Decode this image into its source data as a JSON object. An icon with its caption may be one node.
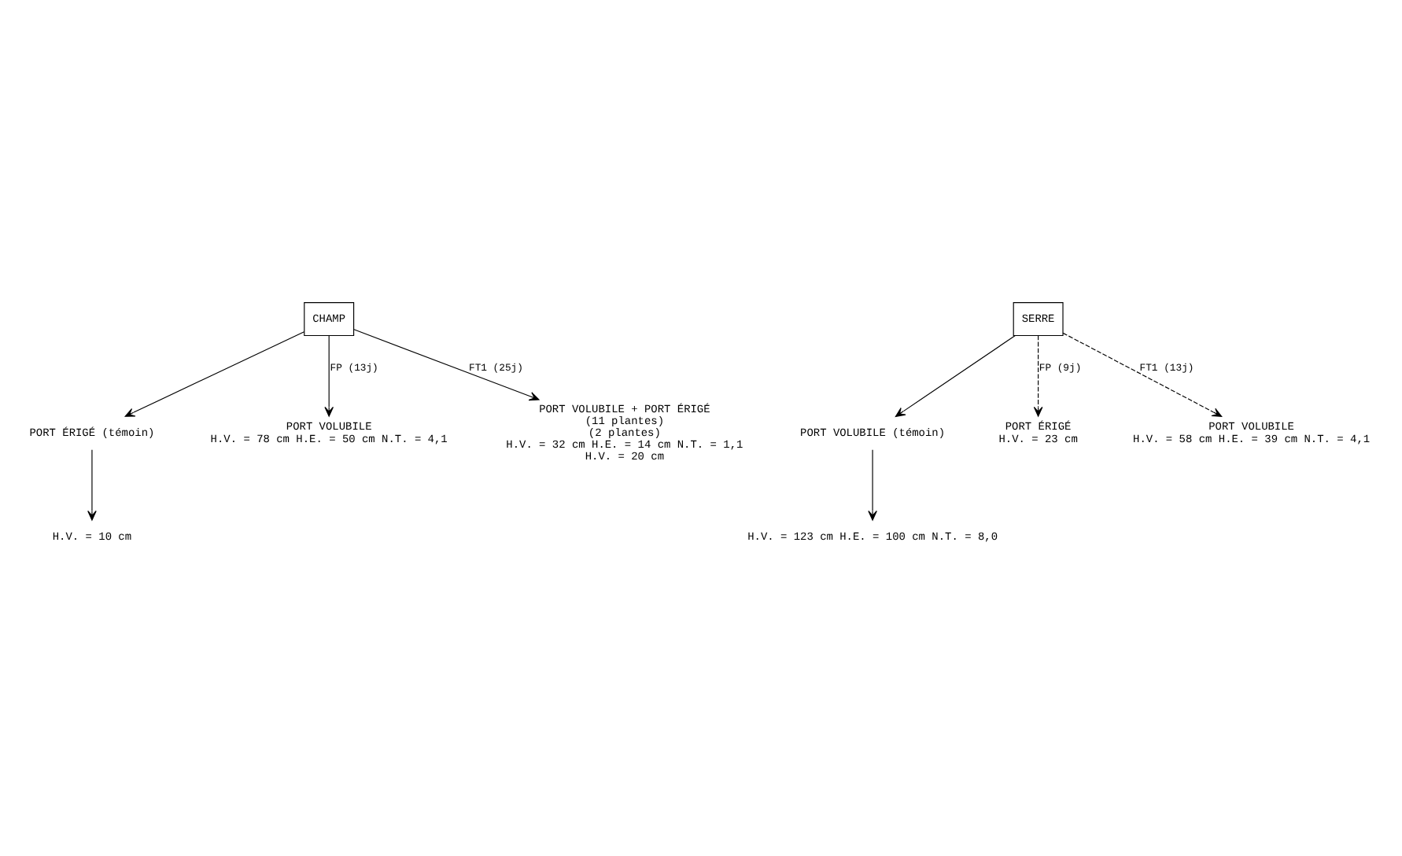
{
  "diagram": {
    "nodes": [
      {
        "text": [
          "CHAMP"
        ]
      },
      {
        "text": [
          "SERRE"
        ]
      },
      {
        "text": [
          "PORT ÉRIGÉ (témoin)"
        ]
      },
      {
        "text": [
          "H.V. = 10 cm"
        ]
      },
      {
        "text": [
          "PORT VOLUBILE (témoin)"
        ]
      },
      {
        "text": [
          "H.V. = 123 cm H.E. = 100 cm N.T. = 8,0"
        ]
      },
      {
        "text": [
          "PORT ÉRIGÉ",
          "H.V. = 23 cm"
        ]
      },
      {
        "text": [
          "PORT VOLUBILE",
          "H.V. = 78 cm H.E. = 50 cm N.T. = 4,1"
        ]
      },
      {
        "text": [
          "PORT VOLUBILE",
          "H.V. = 58 cm H.E. = 39 cm N.T. = 4,1"
        ]
      },
      {
        "text": [
          "PORT VOLUBILE + PORT ÉRIGÉ",
          "(11 plantes)",
          "(2 plantes)",
          "H.V. = 32 cm H.E. = 14 cm N.T. = 1,1",
          "H.V. = 20 cm"
        ]
      }
    ],
    "edges": [
      {
        "from": 0,
        "to": 2,
        "arrow": "to"
      },
      {
        "from": 1,
        "to": 4,
        "arrow": "to"
      },
      {
        "from": 2,
        "to": 3,
        "arrow": "to"
      },
      {
        "from": 4,
        "to": 5,
        "arrow": "to"
      },
      {
        "from": 1,
        "to": 6,
        "arrow": "to",
        "style": "dashed",
        "label": "FP (9j)"
      },
      {
        "from": 0,
        "to": 7,
        "arrow": "to",
        "label": "FP (13j)"
      },
      {
        "from": 1,
        "to": 8,
        "arrow": "to",
        "style": "dashed",
        "label": "FT1 (13j)"
      },
      {
        "from": 0,
        "to": 9,
        "arrow": "to",
        "label": "FT1 (25j)"
      }
    ]
  }
}
